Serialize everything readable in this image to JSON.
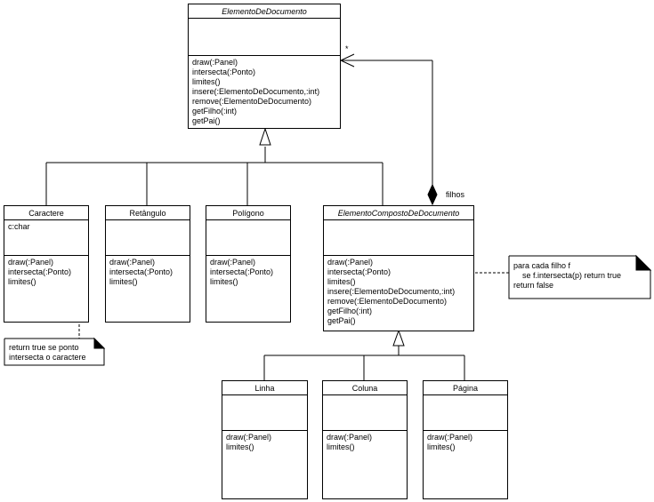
{
  "classes": {
    "elemento": {
      "name": "ElementoDeDocumento",
      "attrs": [],
      "ops": [
        "draw(:Panel)",
        "intersecta(:Ponto)",
        "limites()",
        "insere(:ElementoDeDocumento,:int)",
        "remove(:ElementoDeDocumento)",
        "getFilho(:int)",
        "getPai()"
      ]
    },
    "caractere": {
      "name": "Caractere",
      "attrs": [
        "c:char"
      ],
      "ops": [
        "draw(:Panel)",
        "intersecta(:Ponto)",
        "limites()"
      ]
    },
    "retangulo": {
      "name": "Retângulo",
      "attrs": [],
      "ops": [
        "draw(:Panel)",
        "intersecta(:Ponto)",
        "limites()"
      ]
    },
    "poligono": {
      "name": "Polígono",
      "attrs": [],
      "ops": [
        "draw(:Panel)",
        "intersecta(:Ponto)",
        "limites()"
      ]
    },
    "composto": {
      "name": "ElementoCompostoDeDocumento",
      "attrs": [],
      "ops": [
        "draw(:Panel)",
        "intersecta(:Ponto)",
        "limites()",
        "insere(:ElementoDeDocumento,:int)",
        "remove(:ElementoDeDocumento)",
        "getFilho(:int)",
        "getPai()"
      ]
    },
    "linha": {
      "name": "Linha",
      "attrs": [],
      "ops": [
        "draw(:Panel)",
        "limites()"
      ]
    },
    "coluna": {
      "name": "Coluna",
      "attrs": [],
      "ops": [
        "draw(:Panel)",
        "limites()"
      ]
    },
    "pagina": {
      "name": "Página",
      "attrs": [],
      "ops": [
        "draw(:Panel)",
        "limites()"
      ]
    }
  },
  "notes": {
    "caractere_note": "return true se ponto\nintersecta o caractere",
    "composto_note": "para cada filho f\n    se f.intersecta(p) return true\nreturn false"
  },
  "labels": {
    "multiplicity": "*",
    "role": "filhos"
  }
}
